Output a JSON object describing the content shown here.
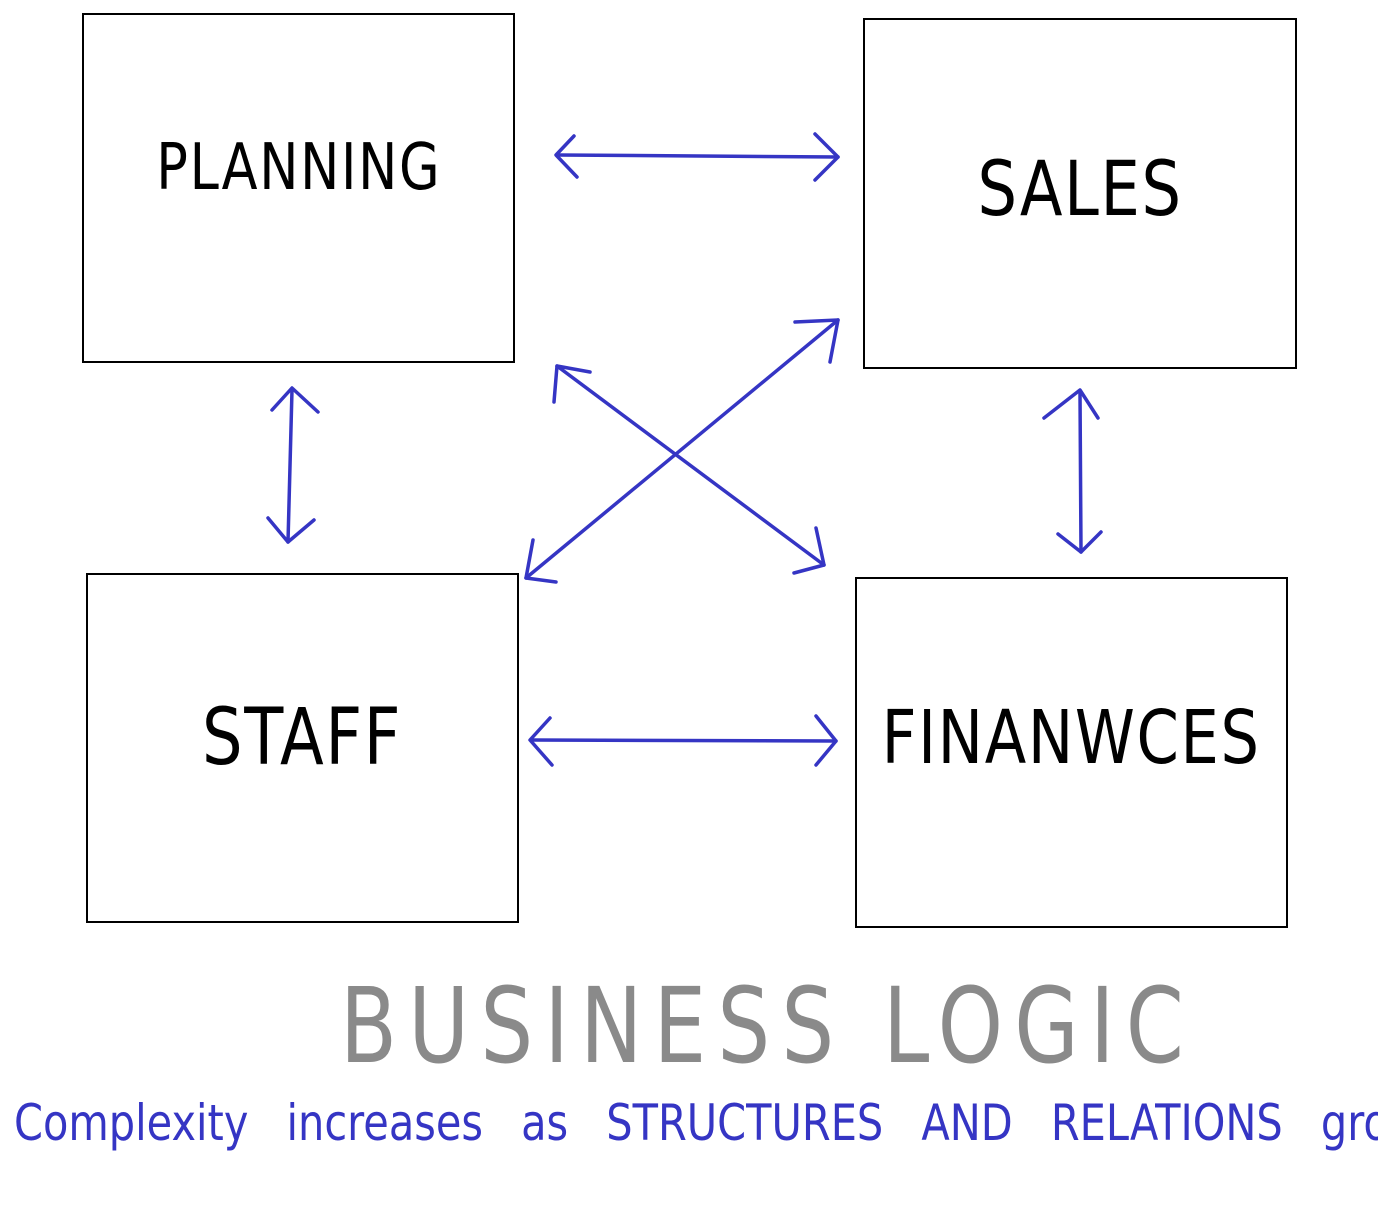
{
  "colors": {
    "box_border": "#000000",
    "box_text": "#000000",
    "arrow": "#3535c4",
    "title": "#8a8a8a",
    "subtitle": "#3535c4"
  },
  "boxes": {
    "planning": "PLANNING",
    "sales": "SALES",
    "staff": "STAFF",
    "finances": "FINANWCES"
  },
  "title": "BUSINESS LOGIC",
  "subtitle": "Complexity increases as STRUCTURES AND RELATIONS grow"
}
